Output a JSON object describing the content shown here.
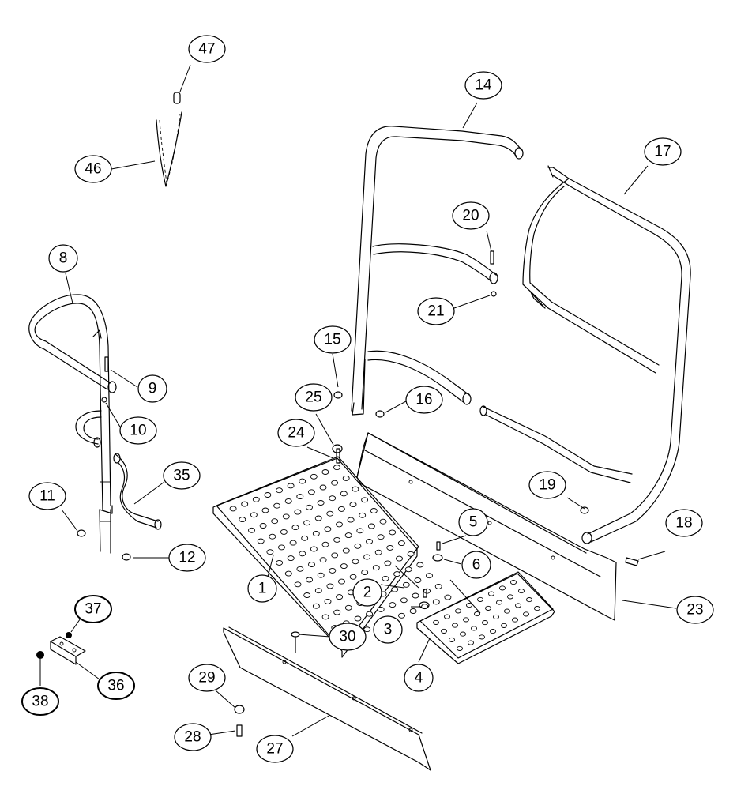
{
  "callouts": [
    {
      "id": "c47",
      "label": "47"
    },
    {
      "id": "c46",
      "label": "46"
    },
    {
      "id": "c14",
      "label": "14"
    },
    {
      "id": "c17",
      "label": "17"
    },
    {
      "id": "c20",
      "label": "20"
    },
    {
      "id": "c21",
      "label": "21"
    },
    {
      "id": "c8",
      "label": "8"
    },
    {
      "id": "c9",
      "label": "9"
    },
    {
      "id": "c10",
      "label": "10"
    },
    {
      "id": "c15",
      "label": "15"
    },
    {
      "id": "c16",
      "label": "16"
    },
    {
      "id": "c25",
      "label": "25"
    },
    {
      "id": "c24",
      "label": "24"
    },
    {
      "id": "c35",
      "label": "35"
    },
    {
      "id": "c11",
      "label": "11"
    },
    {
      "id": "c12",
      "label": "12"
    },
    {
      "id": "c19",
      "label": "19"
    },
    {
      "id": "c5",
      "label": "5"
    },
    {
      "id": "c18",
      "label": "18"
    },
    {
      "id": "c6",
      "label": "6"
    },
    {
      "id": "c1",
      "label": "1"
    },
    {
      "id": "c2",
      "label": "2"
    },
    {
      "id": "c3",
      "label": "3"
    },
    {
      "id": "c23",
      "label": "23"
    },
    {
      "id": "c37",
      "label": "37"
    },
    {
      "id": "c30",
      "label": "30"
    },
    {
      "id": "c4",
      "label": "4"
    },
    {
      "id": "c36",
      "label": "36"
    },
    {
      "id": "c38",
      "label": "38"
    },
    {
      "id": "c29",
      "label": "29"
    },
    {
      "id": "c28",
      "label": "28"
    },
    {
      "id": "c27",
      "label": "27"
    }
  ]
}
